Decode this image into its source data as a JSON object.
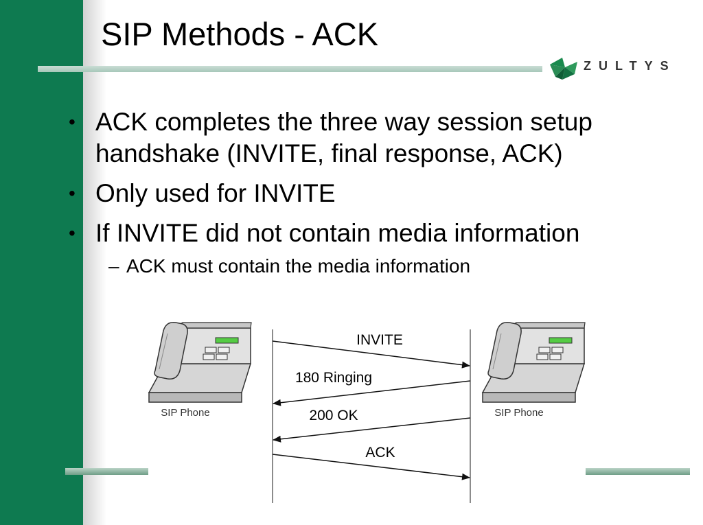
{
  "slide": {
    "title": "SIP Methods - ACK",
    "logo_text": "ZULTYS"
  },
  "bullets": [
    {
      "text": "ACK completes the three way session setup handshake (INVITE, final response, ACK)"
    },
    {
      "text": "Only used for INVITE"
    },
    {
      "text": "If INVITE did not contain media information"
    }
  ],
  "sub_bullets": [
    {
      "text": "ACK must contain the media information"
    }
  ],
  "diagram": {
    "left_phone_label": "SIP Phone",
    "right_phone_label": "SIP Phone",
    "messages": [
      {
        "label": "INVITE",
        "direction": "left-to-right"
      },
      {
        "label": "180 Ringing",
        "direction": "right-to-left"
      },
      {
        "label": "200 OK",
        "direction": "right-to-left"
      },
      {
        "label": "ACK",
        "direction": "left-to-right"
      }
    ]
  },
  "colors": {
    "brand_green": "#0e7a50",
    "display_green": "#55cc44"
  }
}
